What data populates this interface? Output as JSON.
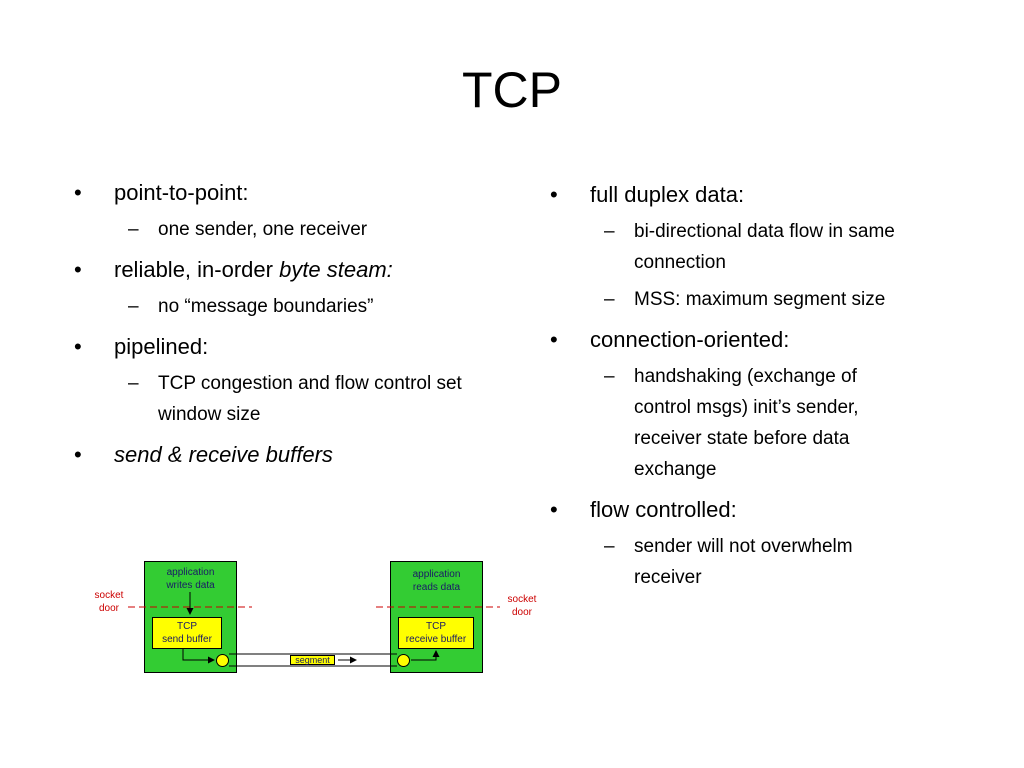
{
  "title": "TCP",
  "left": {
    "b1": "point-to-point:",
    "b1_sub": "one sender, one receiver",
    "b2_prefix": "reliable, in-order ",
    "b2_italic": "byte steam:",
    "b2_sub": "no “message boundaries”",
    "b3": "pipelined:",
    "b3_sub_1": "TCP congestion and flow control set",
    "b3_sub_2": "window size",
    "b4": "send & receive buffers"
  },
  "right": {
    "b1": "full duplex data:",
    "b1_sub1_1": "bi-directional data flow in same",
    "b1_sub1_2": "connection",
    "b1_sub2": "MSS: maximum segment size",
    "b2": "connection-oriented:",
    "b2_sub_1": "handshaking (exchange of",
    "b2_sub_2": "control msgs) init’s sender,",
    "b2_sub_3": "receiver state before data",
    "b2_sub_4": "exchange",
    "b3": "flow controlled:",
    "b3_sub_1": "sender will not overwhelm",
    "b3_sub_2": "receiver"
  },
  "diagram": {
    "sender_app_1": "application",
    "sender_app_2": "writes data",
    "receiver_app_1": "application",
    "receiver_app_2": "reads data",
    "socket_1": "socket",
    "socket_2": "door",
    "send_buf_1": "TCP",
    "send_buf_2": "send buffer",
    "recv_buf_1": "TCP",
    "recv_buf_2": "receive buffer",
    "segment": "segment",
    "colors": {
      "host": "#33cc33",
      "buffer": "#ffff00",
      "socket": "#cc0000",
      "label": "#1a1a66"
    }
  }
}
